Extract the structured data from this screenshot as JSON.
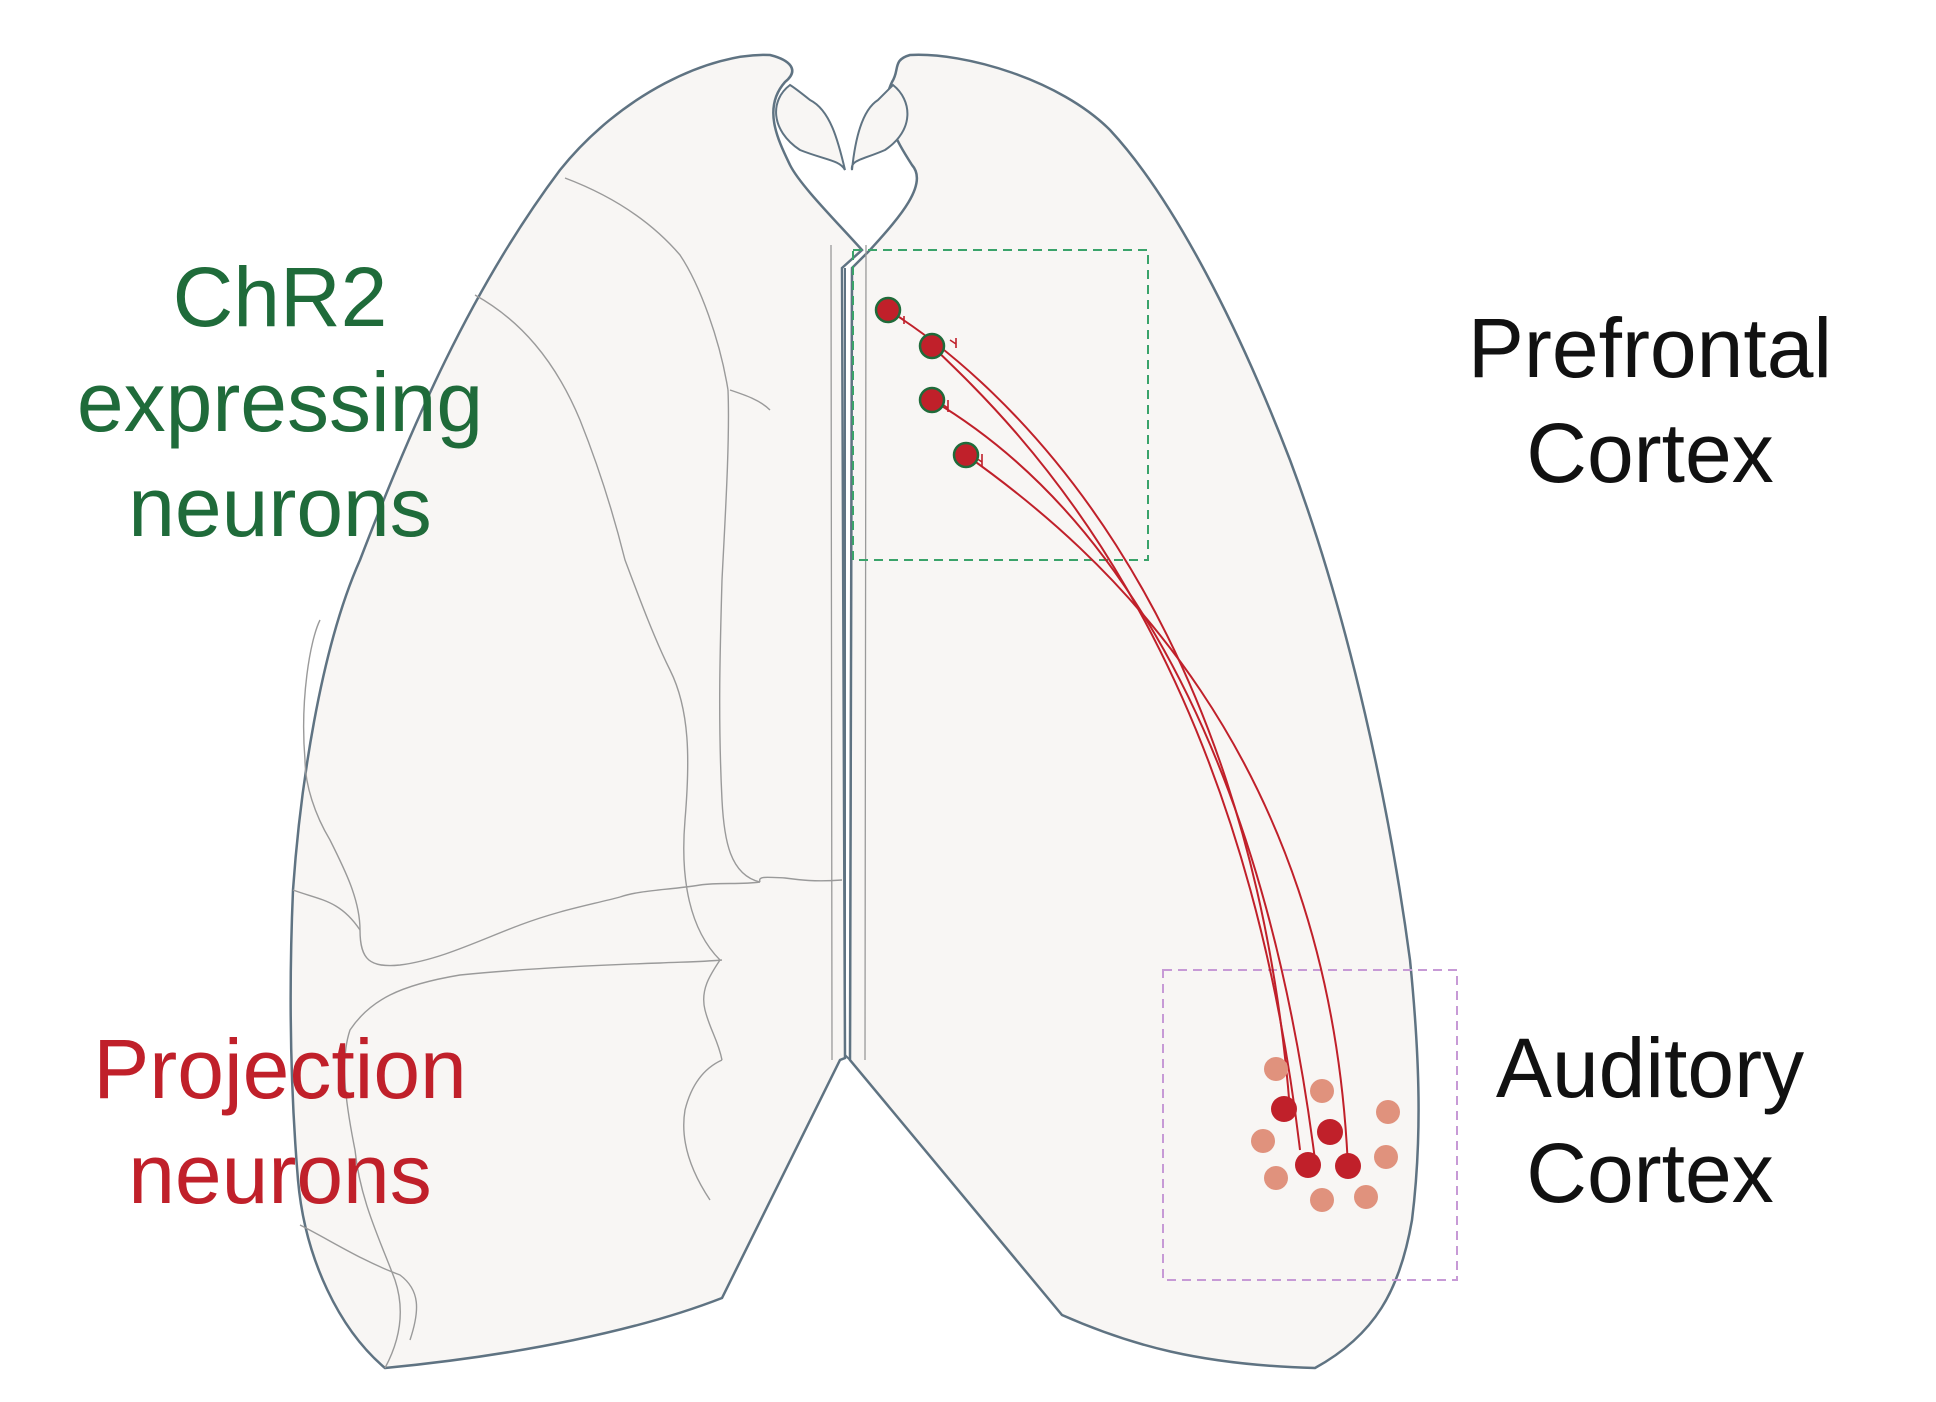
{
  "labels": {
    "chr2": {
      "line1": "ChR2",
      "line2": "expressing",
      "line3": "neurons",
      "color": "#1f6b3a"
    },
    "projection": {
      "line1": "Projection",
      "line2": "neurons",
      "color": "#c0202a"
    },
    "prefrontal": {
      "line1": "Prefrontal",
      "line2": "Cortex",
      "color": "#111111"
    },
    "auditory": {
      "line1": "Auditory",
      "line2": "Cortex",
      "color": "#111111"
    }
  },
  "colors": {
    "brain_fill": "#f8f6f4",
    "brain_outline": "#5f7382",
    "region_lines": "#9a9a9a",
    "chr2_box": "#3aa36a",
    "auditory_box": "#c79ad6",
    "axon": "#c0202a",
    "neuron_fill": "#c0202a",
    "neuron_ring": "#1f6b3a",
    "background_neuron": "#e0927d"
  }
}
